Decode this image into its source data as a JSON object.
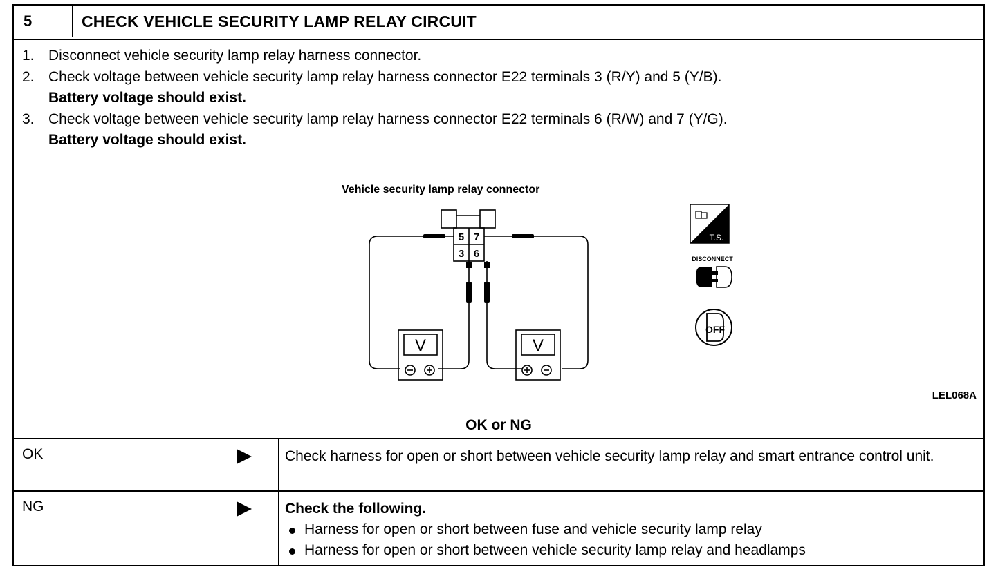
{
  "step": {
    "number": "5",
    "title": "CHECK VEHICLE SECURITY LAMP RELAY CIRCUIT"
  },
  "instructions": [
    {
      "num": "1.",
      "text": "Disconnect vehicle security lamp relay harness connector."
    },
    {
      "num": "2.",
      "text": "Check voltage between vehicle security lamp relay harness connector E22 terminals 3 (R/Y) and 5 (Y/B)."
    },
    {
      "sub": "Battery voltage should exist."
    },
    {
      "num": "3.",
      "text": "Check voltage between vehicle security lamp relay harness connector E22 terminals 6 (R/W) and 7 (Y/G)."
    },
    {
      "sub": "Battery voltage should exist."
    }
  ],
  "diagram": {
    "title": "Vehicle security lamp relay connector",
    "terminals": [
      "5",
      "7",
      "3",
      "6"
    ],
    "meter_label": "V",
    "reference": "LEL068A"
  },
  "icons": {
    "ts_label": "T.S.",
    "disconnect_label": "DISCONNECT",
    "ignition_label": "OFF"
  },
  "result_prompt": "OK or NG",
  "results": {
    "ok": {
      "label": "OK",
      "text": "Check harness for open or short between vehicle security lamp relay and smart entrance control unit."
    },
    "ng": {
      "label": "NG",
      "heading": "Check the following.",
      "bullets": [
        "Harness for open or short between fuse and vehicle security lamp relay",
        "Harness for open or short between vehicle security lamp relay and headlamps"
      ]
    }
  }
}
